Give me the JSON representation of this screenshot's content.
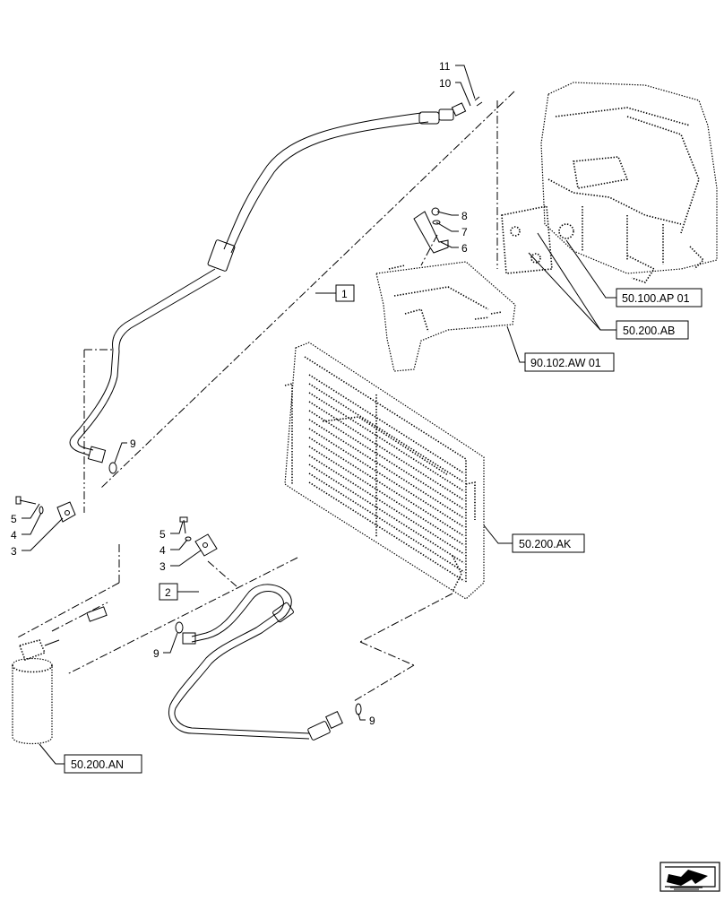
{
  "callouts": {
    "n11": "11",
    "n10": "10",
    "n8": "8",
    "n7": "7",
    "n6": "6",
    "n9_top": "9",
    "n5_left": "5",
    "n4_left": "4",
    "n3_left": "3",
    "n5_mid": "5",
    "n4_mid": "4",
    "n3_mid": "3",
    "n9_mid": "9",
    "n9_low": "9"
  },
  "boxed_items": {
    "item1": "1",
    "item2": "2"
  },
  "references": {
    "ap01": "50.100.AP 01",
    "ab": "50.200.AB",
    "aw01": "90.102.AW 01",
    "ak": "50.200.AK",
    "an": "50.200.AN"
  },
  "icons": {
    "nav": "next-page-arrow-icon"
  }
}
